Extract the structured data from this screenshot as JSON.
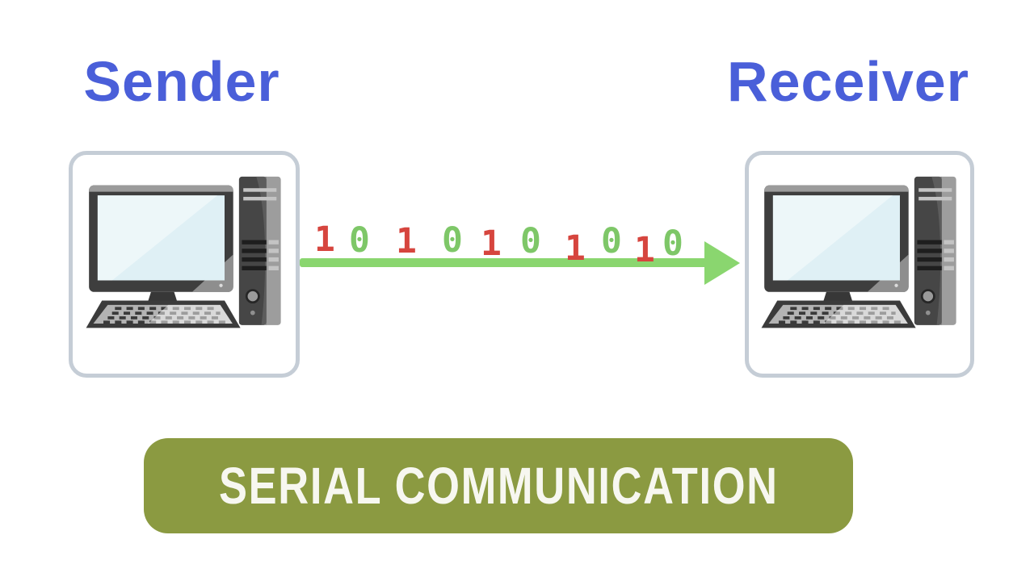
{
  "nodes": {
    "sender": {
      "label": "Sender"
    },
    "receiver": {
      "label": "Receiver"
    }
  },
  "bitstream": {
    "sequence": "1 0 1 0 1 0 1 0 1 0",
    "bits": [
      {
        "value": "1",
        "color": "#d6453e"
      },
      {
        "value": "0",
        "color": "#7ec768"
      },
      {
        "value": "1",
        "color": "#d6453e"
      },
      {
        "value": "0",
        "color": "#7ec768"
      },
      {
        "value": "1",
        "color": "#d6453e"
      },
      {
        "value": "0",
        "color": "#7ec768"
      },
      {
        "value": "1",
        "color": "#d6453e"
      },
      {
        "value": "0",
        "color": "#7ec768"
      },
      {
        "value": "1",
        "color": "#d6453e"
      },
      {
        "value": "0",
        "color": "#7ec768"
      }
    ]
  },
  "banner": {
    "label": "SERIAL COMMUNICATION",
    "background": "#8b9a41",
    "text_color": "#f7f7f0"
  },
  "colors": {
    "label_blue": "#4a5fd9",
    "arrow_green": "#8ad66f",
    "box_border": "#c5cdd6"
  }
}
